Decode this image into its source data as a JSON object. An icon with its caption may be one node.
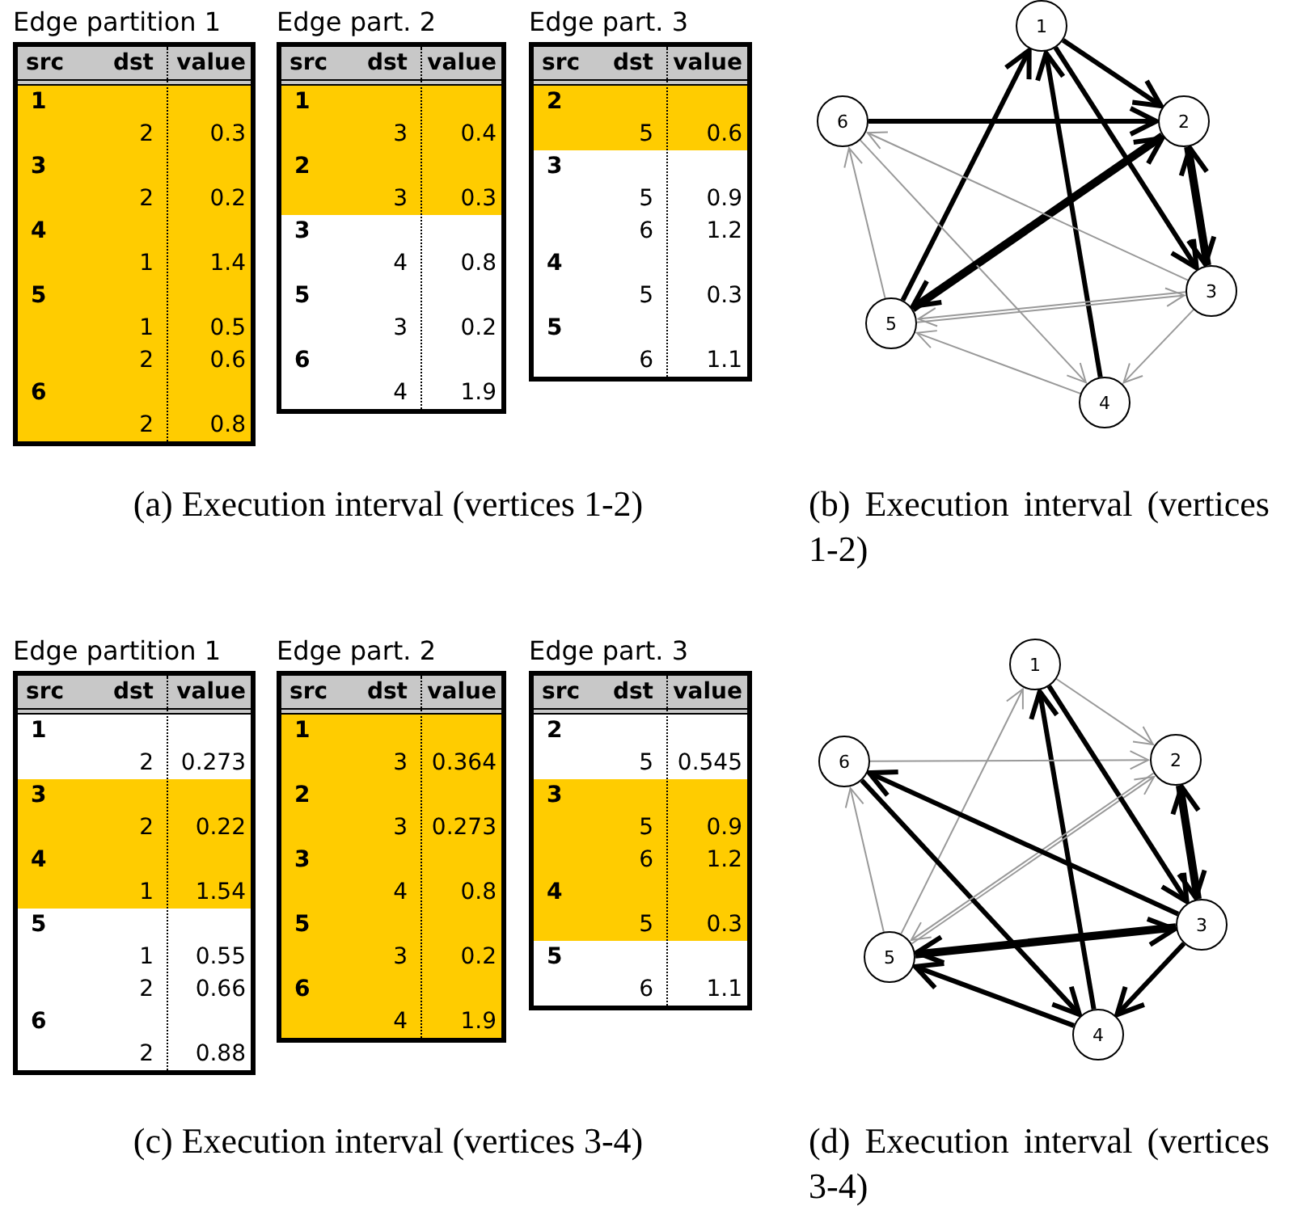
{
  "diagram": {
    "nodes": [
      {
        "text": [
          "Edge partition 1",
          "src",
          "dst",
          "value"
        ]
      },
      {
        "text": [
          "1",
          "2",
          "0.3",
          "3",
          "2",
          "0.2",
          "4",
          "1",
          "1.4",
          "5",
          "1",
          "0.5",
          "2",
          "0.6",
          "6",
          "2",
          "0.8"
        ],
        "in": 0
      },
      {
        "text": [
          "Edge part. 2",
          "src",
          "dst",
          "value",
          "3",
          "4",
          "0.8",
          "5",
          "3",
          "0.2",
          "6",
          "4",
          "1.9"
        ]
      },
      {
        "text": [
          "1",
          "3",
          "0.4",
          "2",
          "3",
          "0.3"
        ],
        "in": 2
      },
      {
        "text": [
          "Edge part. 3",
          "src",
          "dst",
          "value",
          "3",
          "5",
          "0.9",
          "6",
          "1.2",
          "4",
          "5",
          "0.3",
          "5",
          "6",
          "1.1"
        ]
      },
      {
        "text": [
          "2",
          "5",
          "0.6"
        ],
        "in": 4
      },
      {
        "text": [
          "1"
        ]
      },
      {
        "text": [
          "2"
        ]
      },
      {
        "text": [
          "3"
        ]
      },
      {
        "text": [
          "4"
        ]
      },
      {
        "text": [
          "5"
        ]
      },
      {
        "text": [
          "6"
        ]
      },
      {
        "text": [
          "Edge partition 1",
          "src",
          "dst",
          "value",
          "1",
          "2",
          "0.273",
          "5",
          "1",
          "0.55",
          "2",
          "0.66",
          "6",
          "2",
          "0.88"
        ]
      },
      {
        "text": [
          "3",
          "2",
          "0.22",
          "4",
          "1",
          "1.54"
        ],
        "in": 12
      },
      {
        "text": [
          "Edge part. 2",
          "src",
          "dst",
          "value"
        ]
      },
      {
        "text": [
          "1",
          "3",
          "0.364",
          "2",
          "3",
          "0.273",
          "3",
          "4",
          "0.8",
          "5",
          "3",
          "0.2",
          "6",
          "4",
          "1.9"
        ],
        "in": 14
      },
      {
        "text": [
          "Edge part. 3",
          "src",
          "dst",
          "value",
          "2",
          "5",
          "0.545",
          "5",
          "6",
          "1.1"
        ]
      },
      {
        "text": [
          "3",
          "5",
          "0.9",
          "6",
          "1.2",
          "4",
          "5",
          "0.3"
        ],
        "in": 16
      },
      {
        "text": [
          "1"
        ]
      },
      {
        "text": [
          "2"
        ]
      },
      {
        "text": [
          "3"
        ]
      },
      {
        "text": [
          "4"
        ]
      },
      {
        "text": [
          "5"
        ]
      },
      {
        "text": [
          "6"
        ]
      }
    ],
    "edges": [
      {
        "from": 6,
        "to": 7,
        "arrow": "to"
      },
      {
        "from": 8,
        "to": 7,
        "arrow": "to"
      },
      {
        "from": 9,
        "to": 6,
        "arrow": "to"
      },
      {
        "from": 10,
        "to": 6,
        "arrow": "to"
      },
      {
        "from": 10,
        "to": 7,
        "arrow": "to"
      },
      {
        "from": 11,
        "to": 7,
        "arrow": "to"
      },
      {
        "from": 6,
        "to": 8,
        "arrow": "to"
      },
      {
        "from": 7,
        "to": 8,
        "arrow": "to"
      },
      {
        "from": 8,
        "to": 9,
        "arrow": "to",
        "color": "#999999"
      },
      {
        "from": 10,
        "to": 8,
        "arrow": "to",
        "color": "#999999"
      },
      {
        "from": 11,
        "to": 9,
        "arrow": "to",
        "color": "#999999"
      },
      {
        "from": 7,
        "to": 10,
        "arrow": "to"
      },
      {
        "from": 8,
        "to": 10,
        "arrow": "to",
        "color": "#999999"
      },
      {
        "from": 8,
        "to": 11,
        "arrow": "to",
        "color": "#999999"
      },
      {
        "from": 9,
        "to": 10,
        "arrow": "to",
        "color": "#999999"
      },
      {
        "from": 10,
        "to": 11,
        "arrow": "to",
        "color": "#999999"
      },
      {
        "from": 18,
        "to": 19,
        "arrow": "to",
        "color": "#999999"
      },
      {
        "from": 20,
        "to": 19,
        "arrow": "to"
      },
      {
        "from": 21,
        "to": 18,
        "arrow": "to"
      },
      {
        "from": 22,
        "to": 18,
        "arrow": "to",
        "color": "#999999"
      },
      {
        "from": 22,
        "to": 19,
        "arrow": "to",
        "color": "#999999"
      },
      {
        "from": 23,
        "to": 19,
        "arrow": "to",
        "color": "#999999"
      },
      {
        "from": 18,
        "to": 20,
        "arrow": "to"
      },
      {
        "from": 19,
        "to": 20,
        "arrow": "to"
      },
      {
        "from": 20,
        "to": 21,
        "arrow": "to"
      },
      {
        "from": 22,
        "to": 20,
        "arrow": "to"
      },
      {
        "from": 23,
        "to": 21,
        "arrow": "to"
      },
      {
        "from": 19,
        "to": 22,
        "arrow": "to",
        "color": "#999999"
      },
      {
        "from": 20,
        "to": 22,
        "arrow": "to"
      },
      {
        "from": 20,
        "to": 23,
        "arrow": "to"
      },
      {
        "from": 21,
        "to": 22,
        "arrow": "to"
      },
      {
        "from": 22,
        "to": 23,
        "arrow": "to",
        "color": "#999999"
      }
    ],
    "labels": [
      "(a) Execution interval (vertices 1-2)",
      "(b) Execution interval (vertices 1-2)",
      "(c) Execution interval (vertices 3-4)",
      "(d) Execution interval (vertices 3-4)"
    ]
  }
}
